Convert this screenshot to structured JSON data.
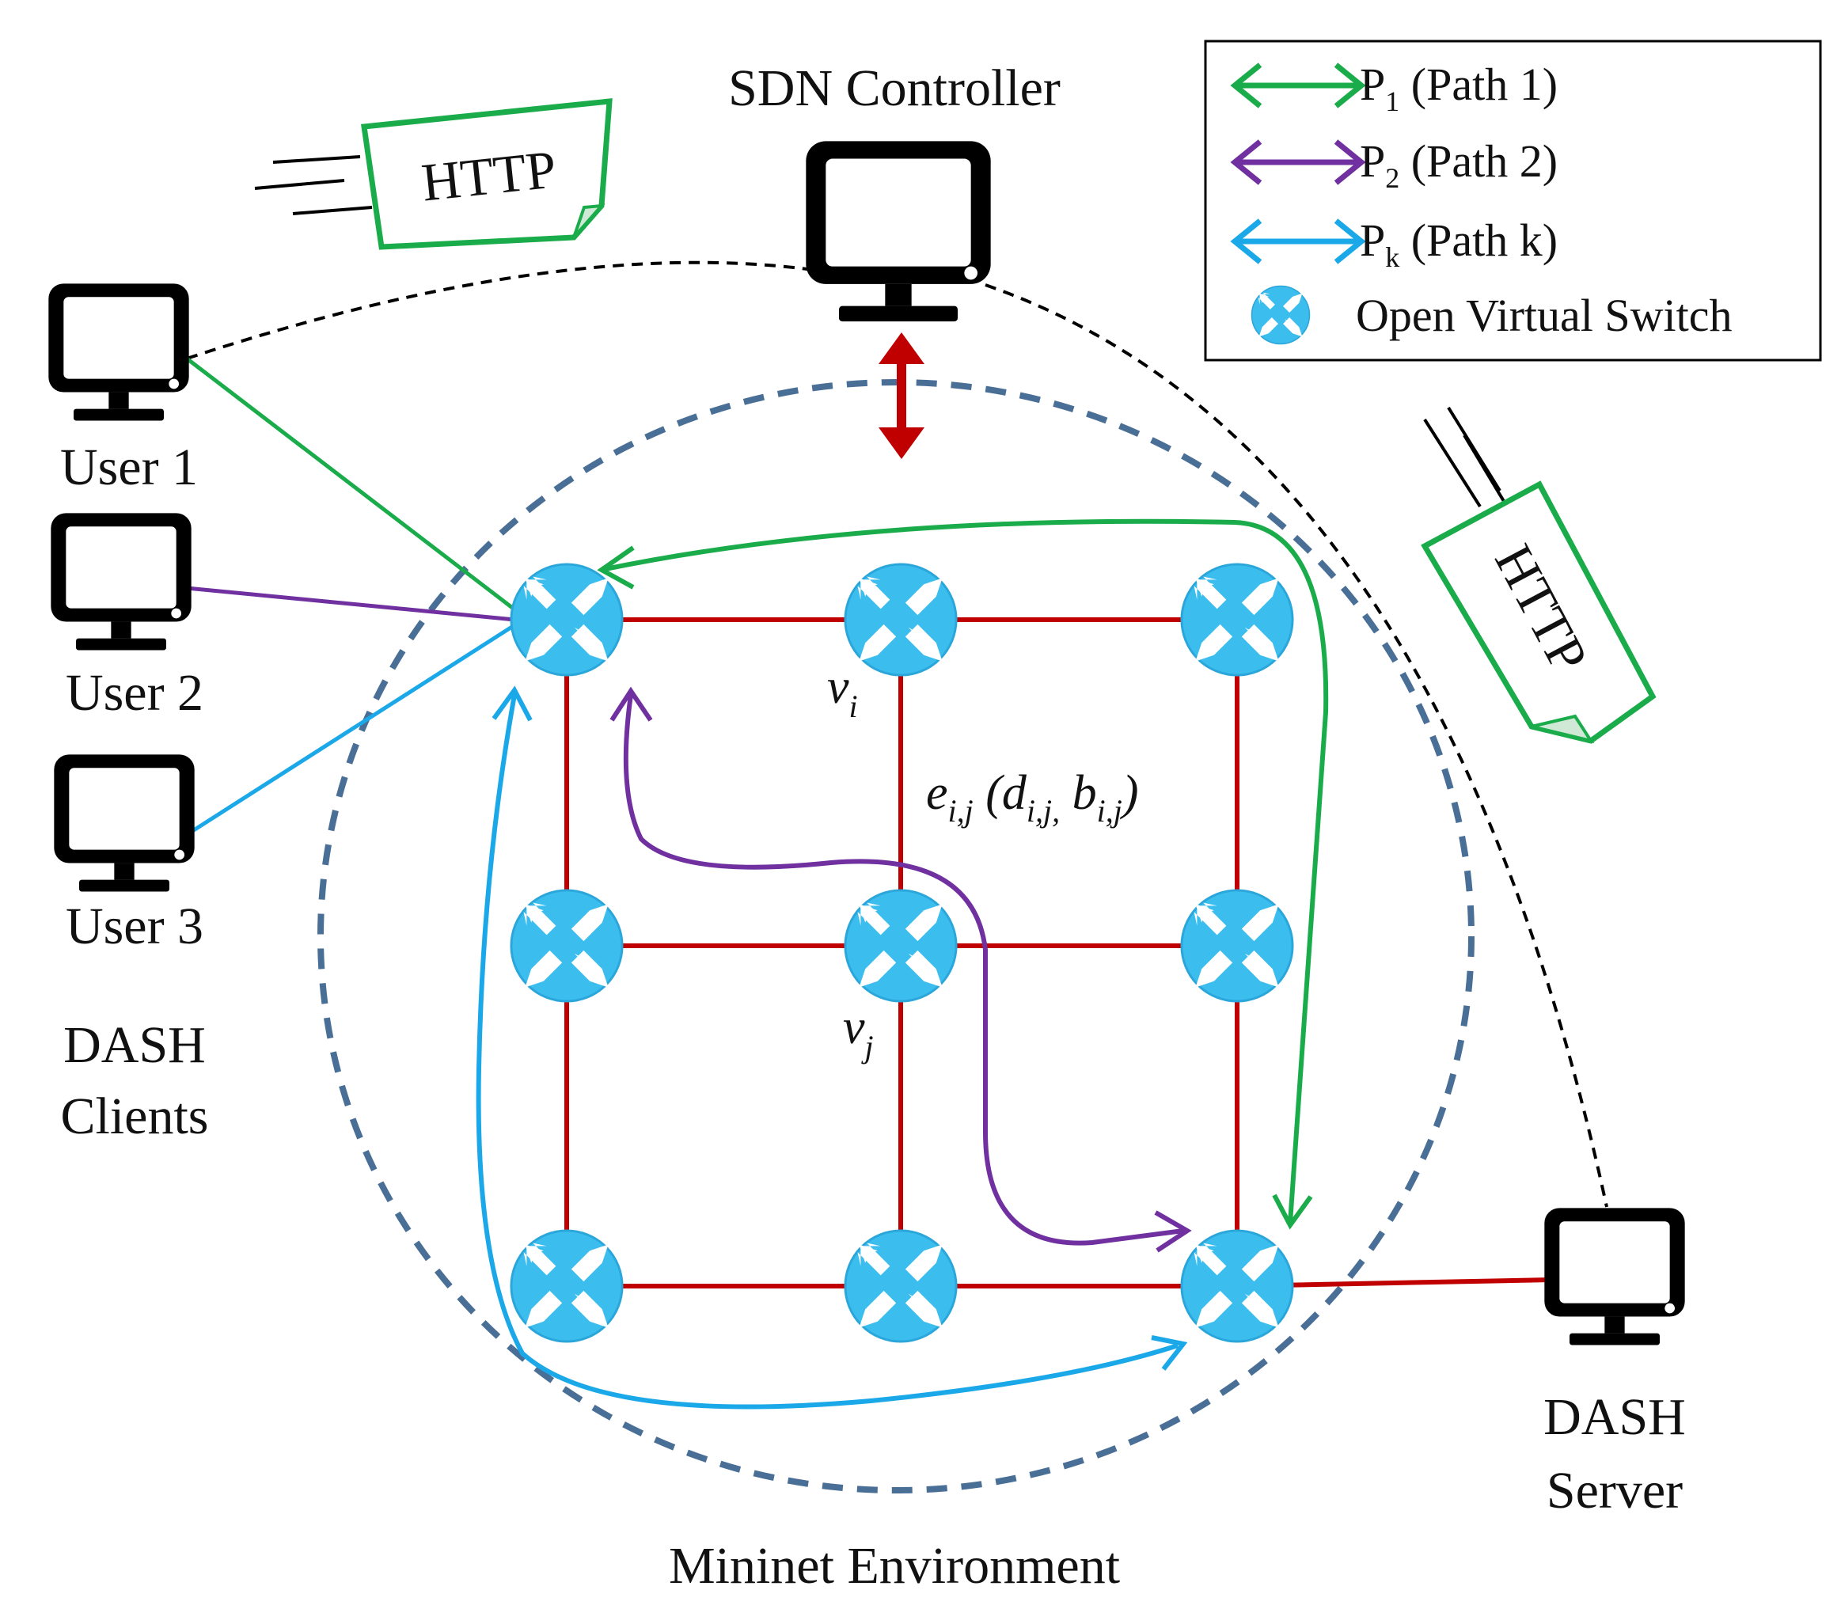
{
  "controller": {
    "label": "SDN Controller"
  },
  "users": [
    {
      "label": "User 1"
    },
    {
      "label": "User 2"
    },
    {
      "label": "User 3"
    }
  ],
  "clients_group": {
    "line1": "DASH",
    "line2": "Clients"
  },
  "server": {
    "line1": "DASH",
    "line2": "Server"
  },
  "environment": {
    "label": "Mininet Environment"
  },
  "http_tags": [
    {
      "label": "HTTP"
    },
    {
      "label": "HTTP"
    }
  ],
  "legend": {
    "items": [
      {
        "symbol": "P",
        "sub": "1",
        "text": "(Path 1)",
        "color": "#1aac4a"
      },
      {
        "symbol": "P",
        "sub": "2",
        "text": "(Path 2)",
        "color": "#7030a0"
      },
      {
        "symbol": "P",
        "sub": "k",
        "text": "(Path k)",
        "color": "#1aa8e8"
      }
    ],
    "switch_text": "Open Virtual Switch"
  },
  "node_labels": {
    "vi": {
      "symbol": "v",
      "sub": "i"
    },
    "vj": {
      "symbol": "v",
      "sub": "j"
    },
    "edge": {
      "e": "e",
      "e_sub": "i,j",
      "d": "d",
      "d_sub": "i,j,",
      "b": "b",
      "b_sub": "i,j"
    }
  },
  "colors": {
    "link": "#c00000",
    "path1": "#1aac4a",
    "path2": "#7030a0",
    "pathk": "#1aa8e8",
    "switch": "#3bbdee",
    "environment": "#4a6f96",
    "controller_link": "#c00000"
  },
  "icons": {
    "monitor": "desktop-monitor-icon",
    "switch": "open-virtual-switch-icon",
    "http": "http-document-icon"
  }
}
